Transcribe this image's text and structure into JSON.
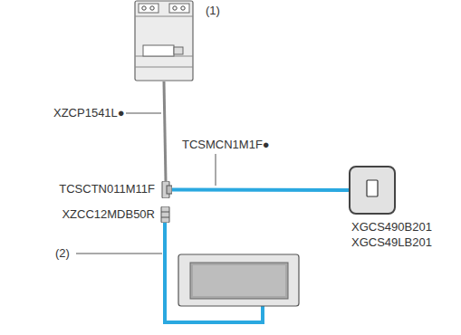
{
  "diagram": {
    "nodes": [
      {
        "text": [
          "(1)"
        ]
      },
      {
        "text": [
          "TCSCTN011M11F"
        ]
      },
      {
        "text": [
          "XZCC12MDB50R"
        ]
      },
      {
        "text": [
          "XGCS490B201",
          "XGCS49LB201"
        ]
      }
    ],
    "edges": [
      {
        "from": 0,
        "to": 1,
        "arrow": "none",
        "label": "XZCP1541L●"
      },
      {
        "from": 1,
        "to": 3,
        "arrow": "none",
        "label": "TCSMCN1M1F●"
      }
    ],
    "labels": [
      "(2)"
    ]
  }
}
